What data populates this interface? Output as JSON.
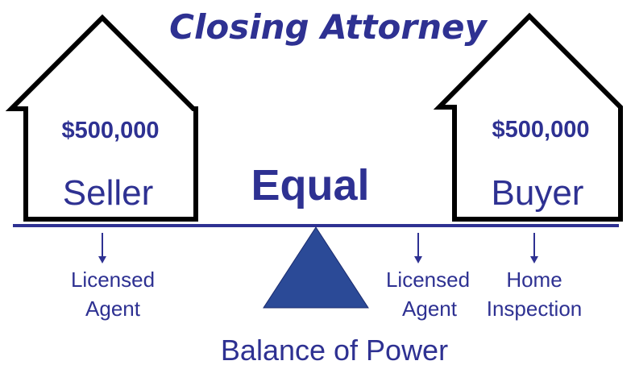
{
  "title": "Closing Attorney",
  "seller": {
    "price": "$500,000",
    "label": "Seller",
    "item_line1": "Licensed",
    "item_line2": "Agent"
  },
  "buyer": {
    "price": "$500,000",
    "label": "Buyer",
    "agent_line1": "Licensed",
    "agent_line2": "Agent",
    "inspection_line1": "Home",
    "inspection_line2": "Inspection"
  },
  "center_label": "Equal",
  "caption": "Balance of Power",
  "colors": {
    "navy": "#2E3192",
    "fulcrum": "#2B4A97",
    "outline": "#000000"
  }
}
